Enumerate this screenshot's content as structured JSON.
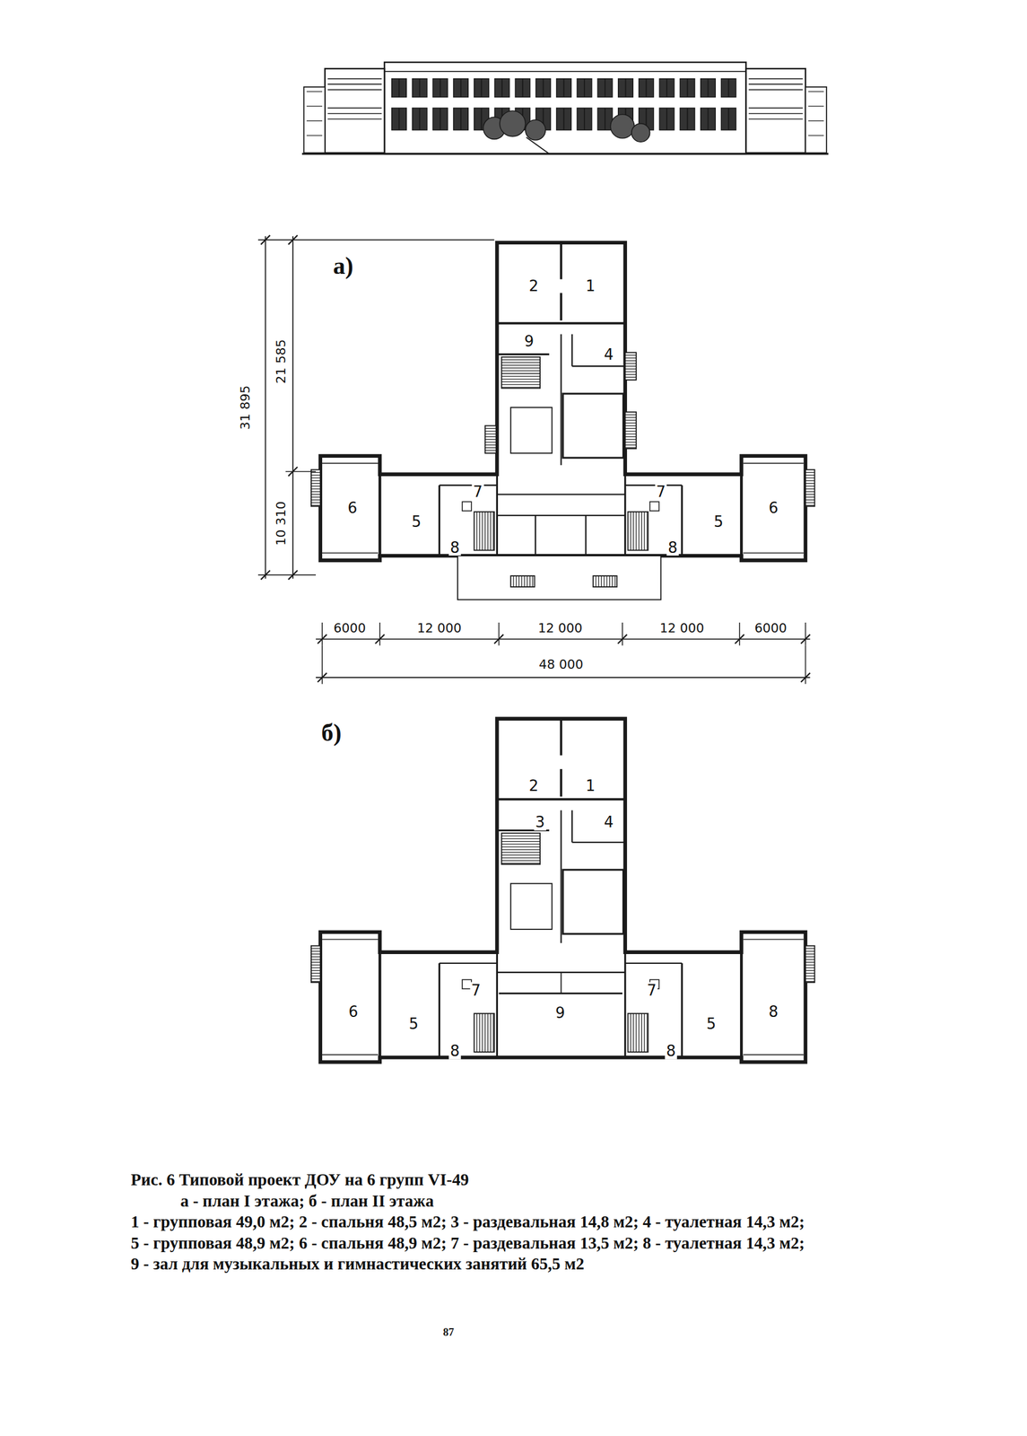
{
  "diagram": {
    "caption": "Рис. 6 Типовой проект ДОУ на 6 групп VI-49",
    "labels": [
      "а)",
      "б)",
      "31 895",
      "21 585",
      "10 310",
      "6000",
      "12 000",
      "12 000",
      "12 000",
      "6000",
      "48 000",
      "2",
      "1",
      "9",
      "4",
      "7",
      "6",
      "5",
      "8",
      "7",
      "5",
      "6",
      "8",
      "2",
      "1",
      "3",
      "4",
      "7",
      "6",
      "5",
      "8",
      "9",
      "7",
      "5",
      "8",
      "8",
      "а - план I этажа; б - план II этажа",
      "1 - групповая 49,0 м2; 2 - спальня 48,5 м2; 3 - раздевальная 14,8 м2; 4 - туалетная 14,3 м2;",
      "5 - групповая 48,9 м2; 6 - спальня 48,9 м2; 7 - раздевальная 13,5 м2; 8 - туалетная 14,3 м2;",
      "9 - зал для музыкальных и гимнастических занятий 65,5 м2",
      "87"
    ]
  }
}
